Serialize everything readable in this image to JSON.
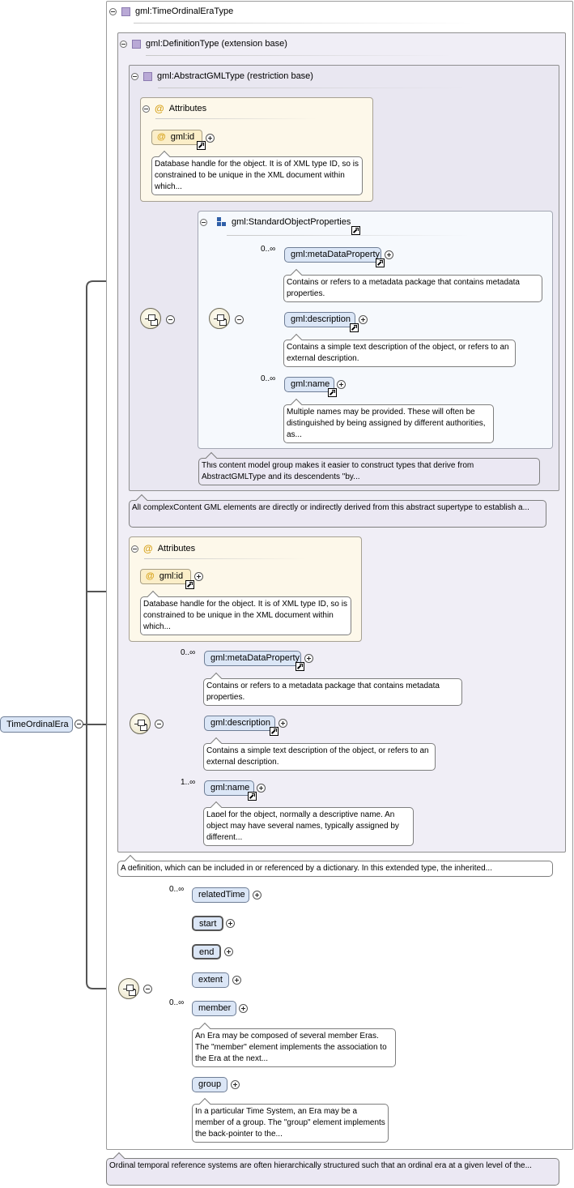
{
  "root": {
    "label": "TimeOrdinalEra",
    "note": "Ordinal temporal reference systems are often hierarchically structured such that an ordinal era at a given level of the..."
  },
  "type": {
    "label": "gml:TimeOrdinalEraType"
  },
  "definitionType": {
    "label": "gml:DefinitionType (extension base)",
    "note": "A definition, which can be included in or referenced by a dictionary. In this extended type, the inherited..."
  },
  "abstractGMLType": {
    "label": "gml:AbstractGMLType (restriction base)",
    "note": "All complexContent GML elements are directly or indirectly derived from this abstract supertype to establish a..."
  },
  "attributes1": {
    "label": "Attributes",
    "id_label": "gml:id",
    "id_note": "Database handle for the object. It is of XML type ID, so is constrained to be unique in the XML document within which..."
  },
  "standardObjectProperties": {
    "label": "gml:StandardObjectProperties",
    "note": "This content model group makes it easier to construct types that derive from AbstractGMLType and its descendents \"by...",
    "metaDataProperty": {
      "label": "gml:metaDataProperty",
      "card": "0..∞",
      "note": "Contains or refers to a metadata package that contains metadata properties."
    },
    "description": {
      "label": "gml:description",
      "note": "Contains a simple text description of the object, or refers to an external description."
    },
    "name": {
      "label": "gml:name",
      "card": "0..∞",
      "note": "Multiple names may be provided. These will often be distinguished by being assigned by different authorities, as..."
    }
  },
  "attributes2": {
    "label": "Attributes",
    "id_label": "gml:id",
    "id_note": "Database handle for the object. It is of XML type ID, so is constrained to be unique in the XML document within which..."
  },
  "defSeq": {
    "metaDataProperty": {
      "label": "gml:metaDataProperty",
      "card": "0..∞",
      "note": "Contains or refers to a metadata package that contains metadata properties."
    },
    "description": {
      "label": "gml:description",
      "note": "Contains a simple text description of the object, or refers to an external description."
    },
    "name": {
      "label": "gml:name",
      "card": "1..∞",
      "note": "Label for the object, normally a descriptive name. An object may have several names, typically assigned by different..."
    }
  },
  "eraSeq": {
    "relatedTime": {
      "label": "relatedTime",
      "card": "0..∞"
    },
    "start": {
      "label": "start"
    },
    "end": {
      "label": "end"
    },
    "extent": {
      "label": "extent"
    },
    "member": {
      "label": "member",
      "card": "0..∞",
      "note": "An Era may be composed of several member Eras. The \"member\" element implements the association to the Era at the next..."
    },
    "group": {
      "label": "group",
      "note": "In a particular Time System, an Era may be a member of a group. The \"group\" element implements the back-pointer to the..."
    }
  },
  "colors": {
    "element": "#dbe6f6",
    "attribute": "#fbeec8",
    "type": "#f0eef6",
    "note": "#ebe8f3"
  }
}
